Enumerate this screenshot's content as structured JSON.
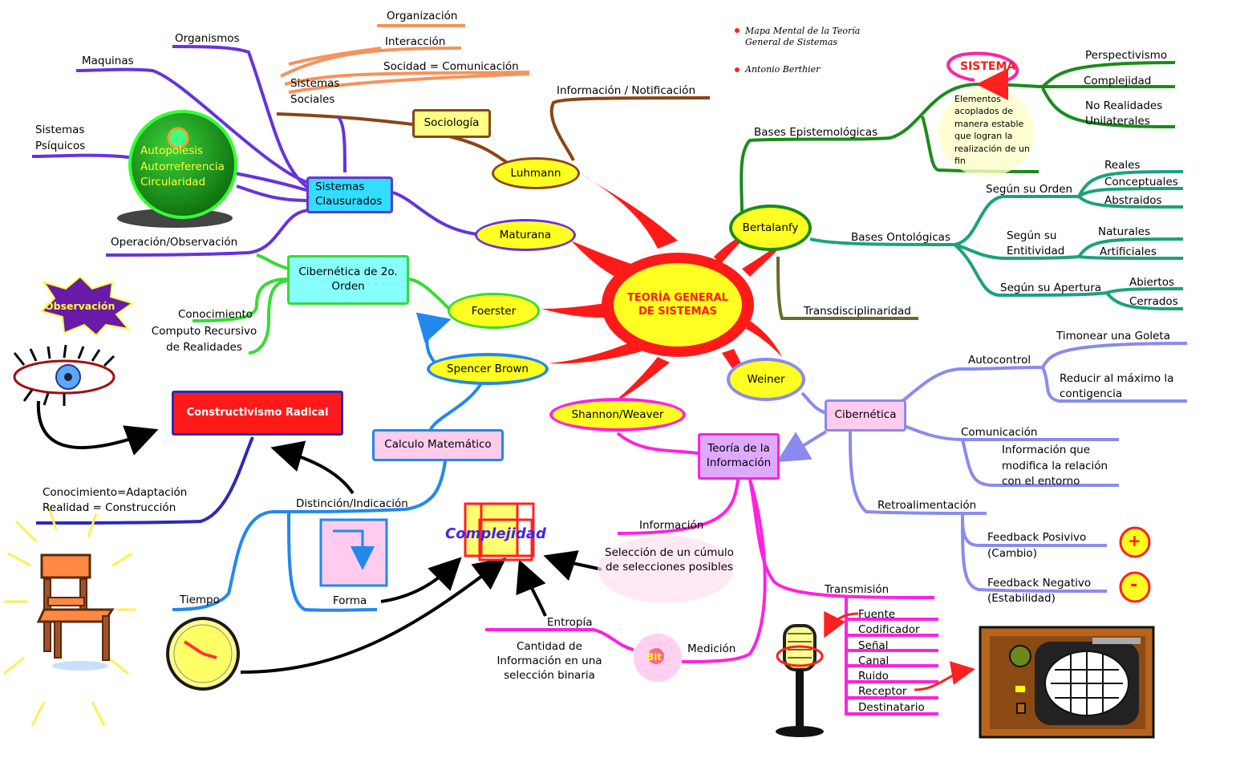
{
  "legend": {
    "title": "Mapa Mental de la Teoría General de Sistemas",
    "author": "Antonio Berthier"
  },
  "center": "TEORÍA GENERAL DE SISTEMAS",
  "luhmann": {
    "node": "Luhmann",
    "sociologia": "Sociología",
    "sistemas_sociales": "Sistemas Sociales",
    "organizacion": "Organización",
    "interaccion": "Interacción",
    "sociedad": "Socidad = Comunicación",
    "informacion": "Información / Notificación"
  },
  "maturana": {
    "node": "Maturana",
    "sistemas_clausurados": "Sistemas Clausurados",
    "organismos": "Organismos",
    "maquinas": "Maquinas",
    "sistemas_psiquicos": "Sistemas Psíquicos",
    "sphere": [
      "Autopoiesis",
      "Autorreferencia",
      "Circularidad"
    ],
    "operacion": "Operación/Observación"
  },
  "foerster": {
    "node": "Foerster",
    "cibernetica2": "Cibernética de 2o. Orden",
    "observacion": "Observación",
    "conocimiento": "Conocimiento",
    "computo": "Computo Recursivo de Realidades"
  },
  "spencer": {
    "node": "Spencer Brown",
    "calculo": "Calculo Matemático",
    "distincion": "Distinción/Indicación",
    "constructivismo": "Constructivismo Radical",
    "conocimiento_adapt": "Conocimiento=Adaptación",
    "realidad": "Realidad = Construcción",
    "tiempo": "Tiempo",
    "forma": "Forma"
  },
  "complejidad": "Complejidad",
  "shannon": {
    "node": "Shannon/Weaver",
    "teoria": "Teoría de la Información",
    "informacion": "Información",
    "seleccion": "Selección de un cúmulo de selecciones posibles",
    "entropia": "Entropía",
    "cantidad": "Cantidad de Información en una selección binaria",
    "bit": "Bit",
    "medicion": "Medición",
    "transmision": "Transmisión",
    "trans_items": [
      "Fuente",
      "Codificador",
      "Señal",
      "Canal",
      "Ruido",
      "Receptor",
      "Destinatario"
    ]
  },
  "bertalanfy": {
    "node": "Bertalanfy",
    "bases_epist": "Bases Epistemológicas",
    "sistema": "SISTEMA",
    "sistema_def": "Elementos acoplados de manera estable que logran la realización de un fin",
    "epist_items": [
      "Perspectivismo",
      "Complejidad",
      "No Realidades Unilaterales"
    ],
    "bases_onto": "Bases Ontológicas",
    "segun_orden": "Según su Orden",
    "orden_items": [
      "Reales",
      "Conceptuales",
      "Abstraidos"
    ],
    "segun_entitividad": "Según su Entitividad",
    "entitividad_items": [
      "Naturales",
      "Artificiales"
    ],
    "segun_apertura": "Según su Apertura",
    "apertura_items": [
      "Abiertos",
      "Cerrados"
    ],
    "transdisciplinaridad": "Transdisciplinaridad"
  },
  "weiner": {
    "node": "Weiner",
    "cibernetica": "Cibernética",
    "autocontrol": "Autocontrol",
    "timonear": "Timonear una Goleta",
    "reducir": "Reducir al máximo la contigencia",
    "comunicacion": "Comunicación",
    "info_modifica": "Información que modifica la relación con el entorno",
    "retro": "Retroalimentación",
    "fb_pos": "Feedback Posivivo",
    "fb_pos_sub": "(Cambio)",
    "fb_neg": "Feedback Negativo",
    "fb_neg_sub": "(Estabilidad)",
    "plus": "+",
    "minus": "-"
  },
  "colors": {
    "center": "#ff1a1a",
    "bertalanfy_green": "#1a8c1a",
    "onto_teal": "#1aa37a",
    "weiner_blue": "#8a8af0",
    "shannon_magenta": "#ff22dd",
    "maturana_purple": "#6633dd",
    "foerster_green": "#33dd33",
    "spencer_blue": "#2288ee",
    "luhmann_brown": "#8b4513"
  }
}
